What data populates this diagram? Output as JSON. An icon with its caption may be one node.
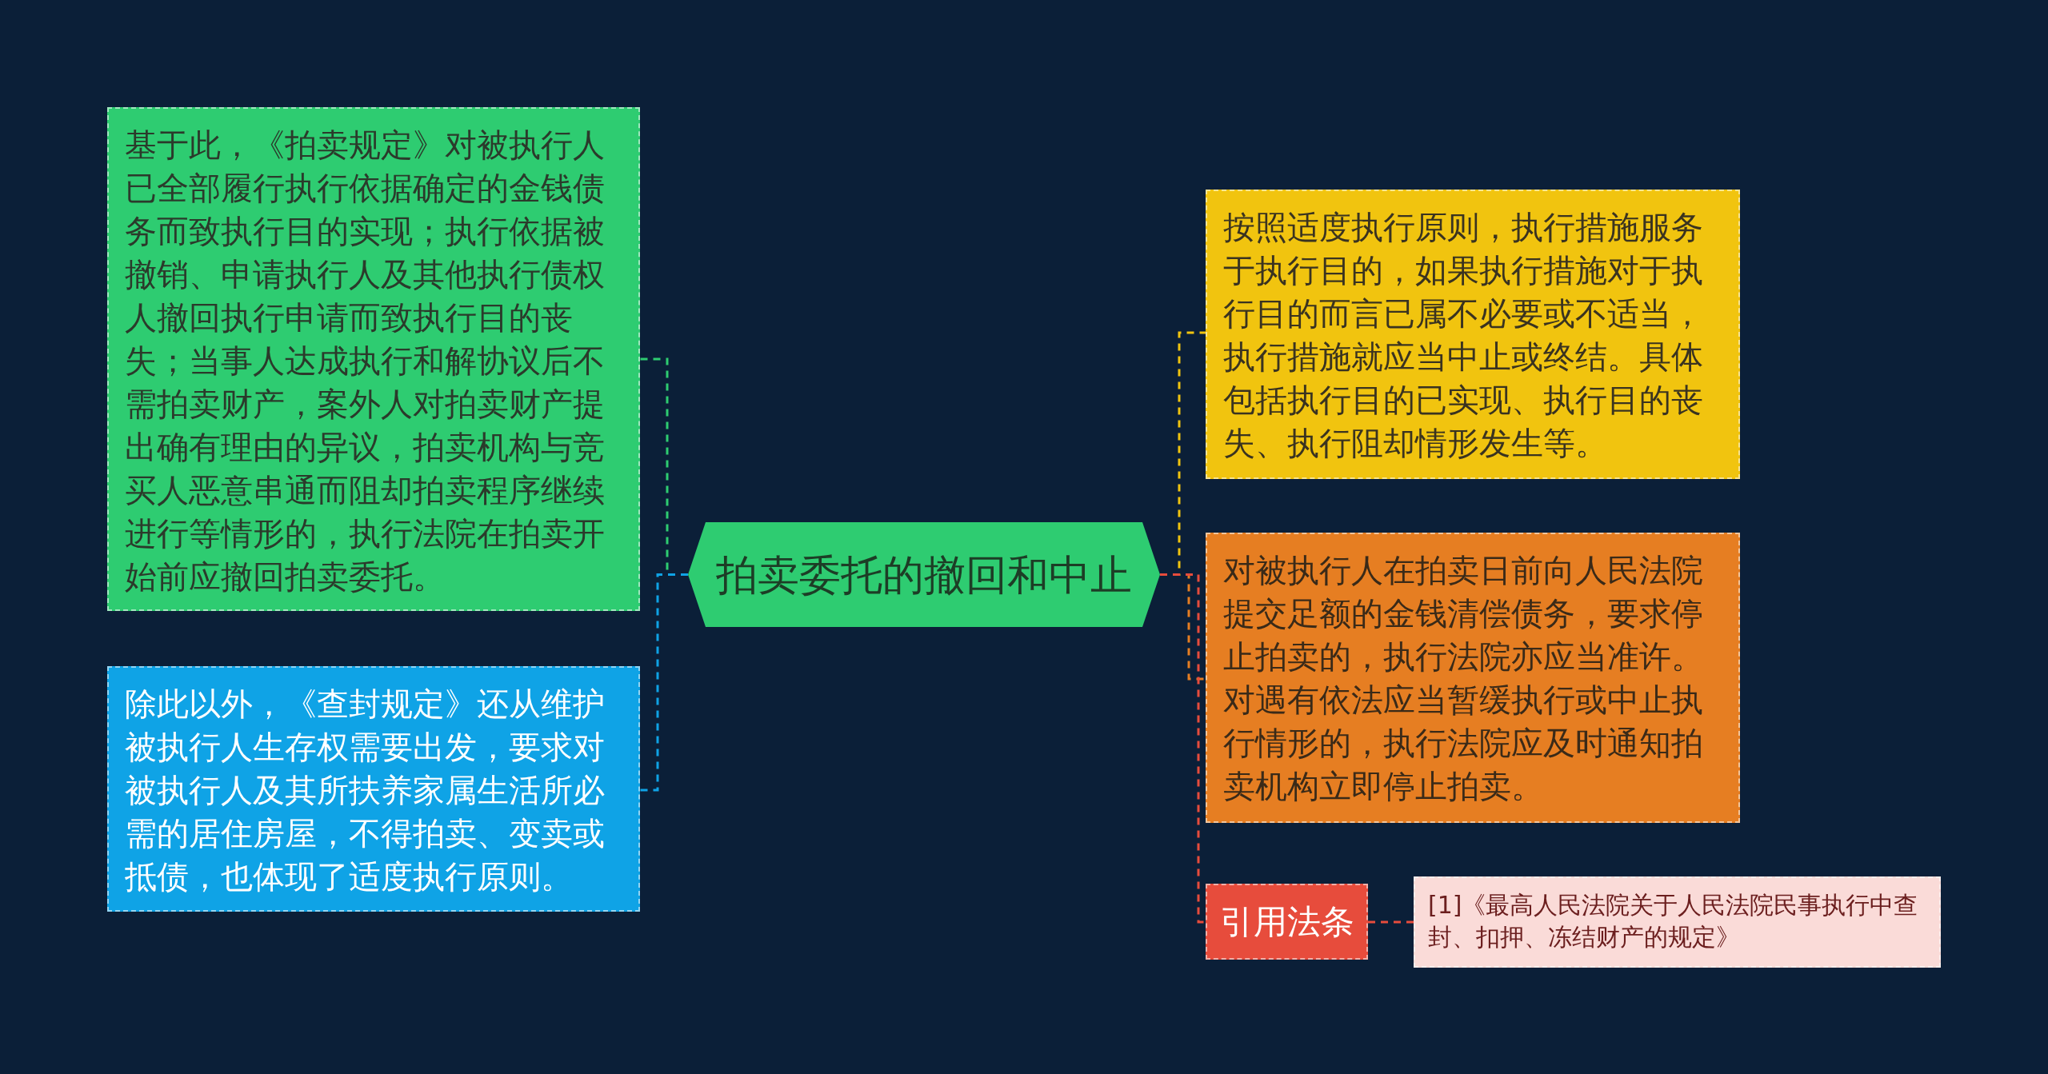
{
  "diagram": {
    "nodes": [
      {
        "text": [
          "拍卖委托的撤回和中止"
        ]
      },
      {
        "text": [
          "基于此，《拍卖规定》对被执行人已全部履行执行依据确定的金钱债务而致执行目的实现；执行依据被撤销、申请执行人及其他执行债权人撤回执行申请而致执行目的丧失；当事人达成执行和解协议后不需拍卖财产，案外人对拍卖财产提出确有理由的异议，拍卖机构与竞买人恶意串通而阻却拍卖程序继续进行等情形的，执行法院在拍卖开始前应撤回拍卖委托。"
        ]
      },
      {
        "text": [
          "除此以外，《查封规定》还从维护被执行人生存权需要出发，要求对被执行人及其所扶养家属生活所必需的居住房屋，不得拍卖、变卖或抵债，也体现了适度执行原则。"
        ]
      },
      {
        "text": [
          "按照适度执行原则，执行措施服务于执行目的，如果执行措施对于执行目的而言已属不必要或不适当，执行措施就应当中止或终结。具体包括执行目的已实现、执行目的丧失、执行阻却情形发生等。"
        ]
      },
      {
        "text": [
          "对被执行人在拍卖日前向人民法院提交足额的金钱清偿债务，要求停止拍卖的，执行法院亦应当准许。对遇有依法应当暂缓执行或中止执行情形的，执行法院应及时通知拍卖机构立即停止拍卖。"
        ]
      },
      {
        "text": [
          "引用法条"
        ]
      },
      {
        "text": [
          "[1]《最高人民法院关于人民法院民事执行中查封、扣押、冻结财产的规定》"
        ]
      }
    ],
    "edges": [
      {
        "from": 0,
        "to": 1,
        "arrow": "none",
        "style": "dashed",
        "color": "#2ecc71"
      },
      {
        "from": 0,
        "to": 2,
        "arrow": "none",
        "style": "dashed",
        "color": "#0fa3e6"
      },
      {
        "from": 0,
        "to": 3,
        "arrow": "none",
        "style": "dashed",
        "color": "#f1c40f"
      },
      {
        "from": 0,
        "to": 4,
        "arrow": "none",
        "style": "dashed",
        "color": "#e67e22"
      },
      {
        "from": 0,
        "to": 5,
        "arrow": "none",
        "style": "dashed",
        "color": "#e74c3c"
      },
      {
        "from": 5,
        "to": 6,
        "arrow": "none",
        "style": "dashed",
        "color": "#e74c3c"
      }
    ]
  }
}
